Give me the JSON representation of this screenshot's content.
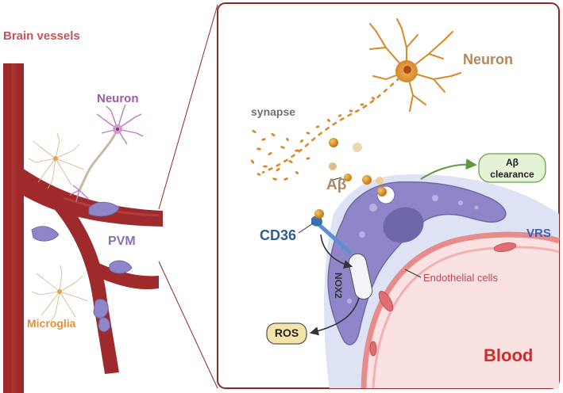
{
  "labels": {
    "brain_vessels": "Brain vessels",
    "neuron_left": "Neuron",
    "pvm": "PVM",
    "microglia": "Microglia",
    "neuron_right": "Neuron",
    "synapse": "synapse",
    "abeta": "Aβ",
    "abeta_clearance_line1": "Aβ",
    "abeta_clearance_line2": "clearance",
    "cd36": "CD36",
    "nox2": "NOX2",
    "ros": "ROS",
    "vrs": "VRS",
    "endothelial_cells": "Endothelial cells",
    "blood": "Blood"
  },
  "colors": {
    "vessel": "#9e2a2b",
    "vessel_dark": "#7a1d1e",
    "panel_border": "#8b2a2a",
    "pvm_cell": "#8e86c9",
    "pvm_cell_light": "#b7b1e2",
    "vrs_region": "#dde2f5",
    "blood_region": "#fbe2e2",
    "endothelial": "#e88b8b",
    "neuron_orange": "#d9892a",
    "neuron_purple": "#c17ac2",
    "abeta_dot": "#d48c1c",
    "clearance_box": "#e4f2d6",
    "clearance_border": "#6aa04b",
    "ros_box": "#f6e3a8",
    "ros_border": "#5a5a5a",
    "cd36_receptor": "#5b8fd0",
    "blood_text": "#d22a2a"
  },
  "icons": [
    "neuron-icon",
    "microglia-icon",
    "pvm-cell-icon",
    "abeta-dot-icon",
    "arrow-icon"
  ]
}
